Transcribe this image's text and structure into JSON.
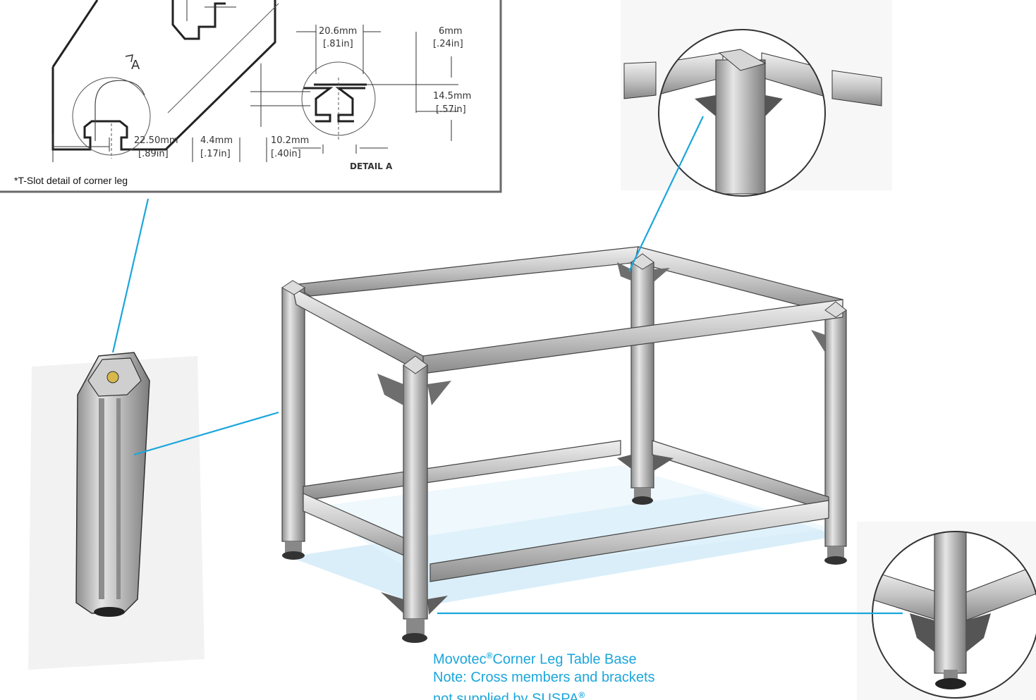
{
  "detail": {
    "dim_top_width": "20.6mm",
    "dim_top_width_in": "[.81in]",
    "dim_lip": "6mm",
    "dim_lip_in": "[.24in]",
    "dim_depth": "14.5mm",
    "dim_depth_in": "[.57in]",
    "dim_center": "22.50mm",
    "dim_center_in": "[.89in]",
    "dim_slot": "4.4mm",
    "dim_slot_in": "[.17in]",
    "dim_opening": "10.2mm",
    "dim_opening_in": "[.40in]",
    "detail_marker": "A",
    "detail_label": "DETAIL A",
    "caption": "*T-Slot detail of corner leg"
  },
  "product": {
    "brand": "Movotec",
    "reg_mark": "®",
    "name": "Corner Leg Table Base",
    "note": "Note: Cross members and brackets",
    "note2": "not supplied by SUSPA",
    "reg_mark2": "®"
  },
  "colors": {
    "callout": "#1ba6dc",
    "frame_border": "#555555",
    "metal": "#c9c9c9",
    "shadow": "#bfe4f5"
  }
}
